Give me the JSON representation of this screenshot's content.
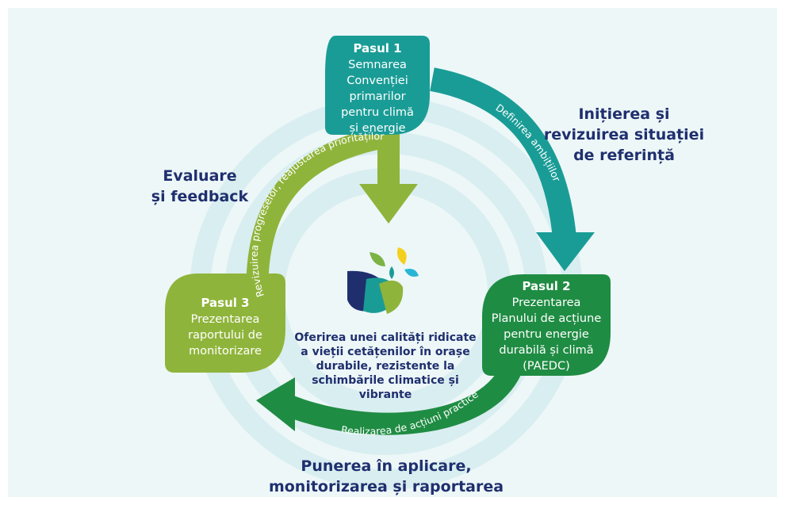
{
  "diagram": {
    "steps": [
      {
        "id": "step1",
        "title": "Pasul 1",
        "lines": [
          "Semnarea",
          "Convenției",
          "primarilor",
          "pentru climă",
          "și energie"
        ],
        "color": "#1a9c96"
      },
      {
        "id": "step2",
        "title": "Pasul 2",
        "lines": [
          "Prezentarea",
          "Planului de acțiune",
          "pentru energie",
          "durabilă și climă",
          "(PAEDC)"
        ],
        "color": "#1f8c43"
      },
      {
        "id": "step3",
        "title": "Pasul 3",
        "lines": [
          "Prezentarea",
          "raportului de",
          "monitorizare"
        ],
        "color": "#8fb43b"
      }
    ],
    "phases": {
      "initiation": [
        "Inițierea și",
        "revizuirea situației",
        "de referință"
      ],
      "evaluation": [
        "Evaluare",
        "și feedback"
      ],
      "implementation": [
        "Punerea în aplicare,",
        "monitorizarea și raportarea"
      ]
    },
    "arc_labels": {
      "ambition": "Definirea ambițiilor",
      "actions": "Realizarea de acțiuni practice",
      "review": "Revizuirea progreselor, reajustarea priorităților"
    },
    "center_text": [
      "Oferirea unei calități ridicate",
      "a vieții cetățenilor în orașe",
      "durabile, rezistente la",
      "schimbările climatice și",
      "vibrante"
    ],
    "colors": {
      "background": "#edf7f8",
      "rings": "#cfe9ea",
      "teal": "#1a9c96",
      "green": "#1f8c43",
      "lime": "#8fb43b",
      "navy": "#1f2f6e"
    }
  }
}
